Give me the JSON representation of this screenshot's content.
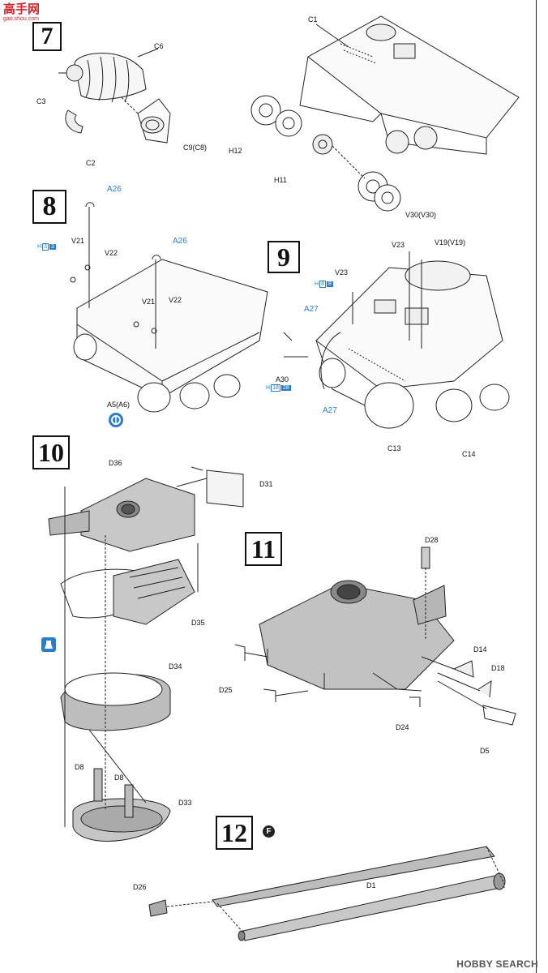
{
  "watermark": {
    "brand": "高手网",
    "site": "gao.shou.com"
  },
  "footer": {
    "logo_text": "HOBBY SEARCH"
  },
  "steps": [
    {
      "number": "7"
    },
    {
      "number": "8"
    },
    {
      "number": "9"
    },
    {
      "number": "10"
    },
    {
      "number": "11"
    },
    {
      "number": "12"
    }
  ],
  "step12_badge": "F",
  "labels": {
    "c1": "C1",
    "c6": "C6",
    "c3": "C3",
    "c2": "C2",
    "c9": "C9(C8)",
    "h12": "H12",
    "h11": "H11",
    "v30": "V30(V30)",
    "a26a": "A26",
    "a26b": "A26",
    "v21a": "V21",
    "v22a": "V22",
    "v21b": "V21",
    "v22b": "V22",
    "a5": "A5(A6)",
    "v23a": "V23",
    "v19": "V19(V19)",
    "v23b": "V23",
    "a27a": "A27",
    "a30": "A30",
    "a27b": "A27",
    "c13": "C13",
    "c14": "C14",
    "d36": "D36",
    "d31": "D31",
    "d35": "D35",
    "d34": "D34",
    "d8a": "D8",
    "d8b": "D8",
    "d33": "D33",
    "d28": "D28",
    "d14": "D14",
    "d18": "D18",
    "d25": "D25",
    "d24": "D24",
    "d5": "D5",
    "d26": "D26",
    "d1": "D1"
  },
  "hbadges": {
    "h33": {
      "h": "H",
      "a": "3",
      "b": "3"
    },
    "h88": {
      "h": "H",
      "a": "8",
      "b": "8"
    },
    "h1828": {
      "h": "H",
      "a": "18",
      "b": "28"
    }
  }
}
